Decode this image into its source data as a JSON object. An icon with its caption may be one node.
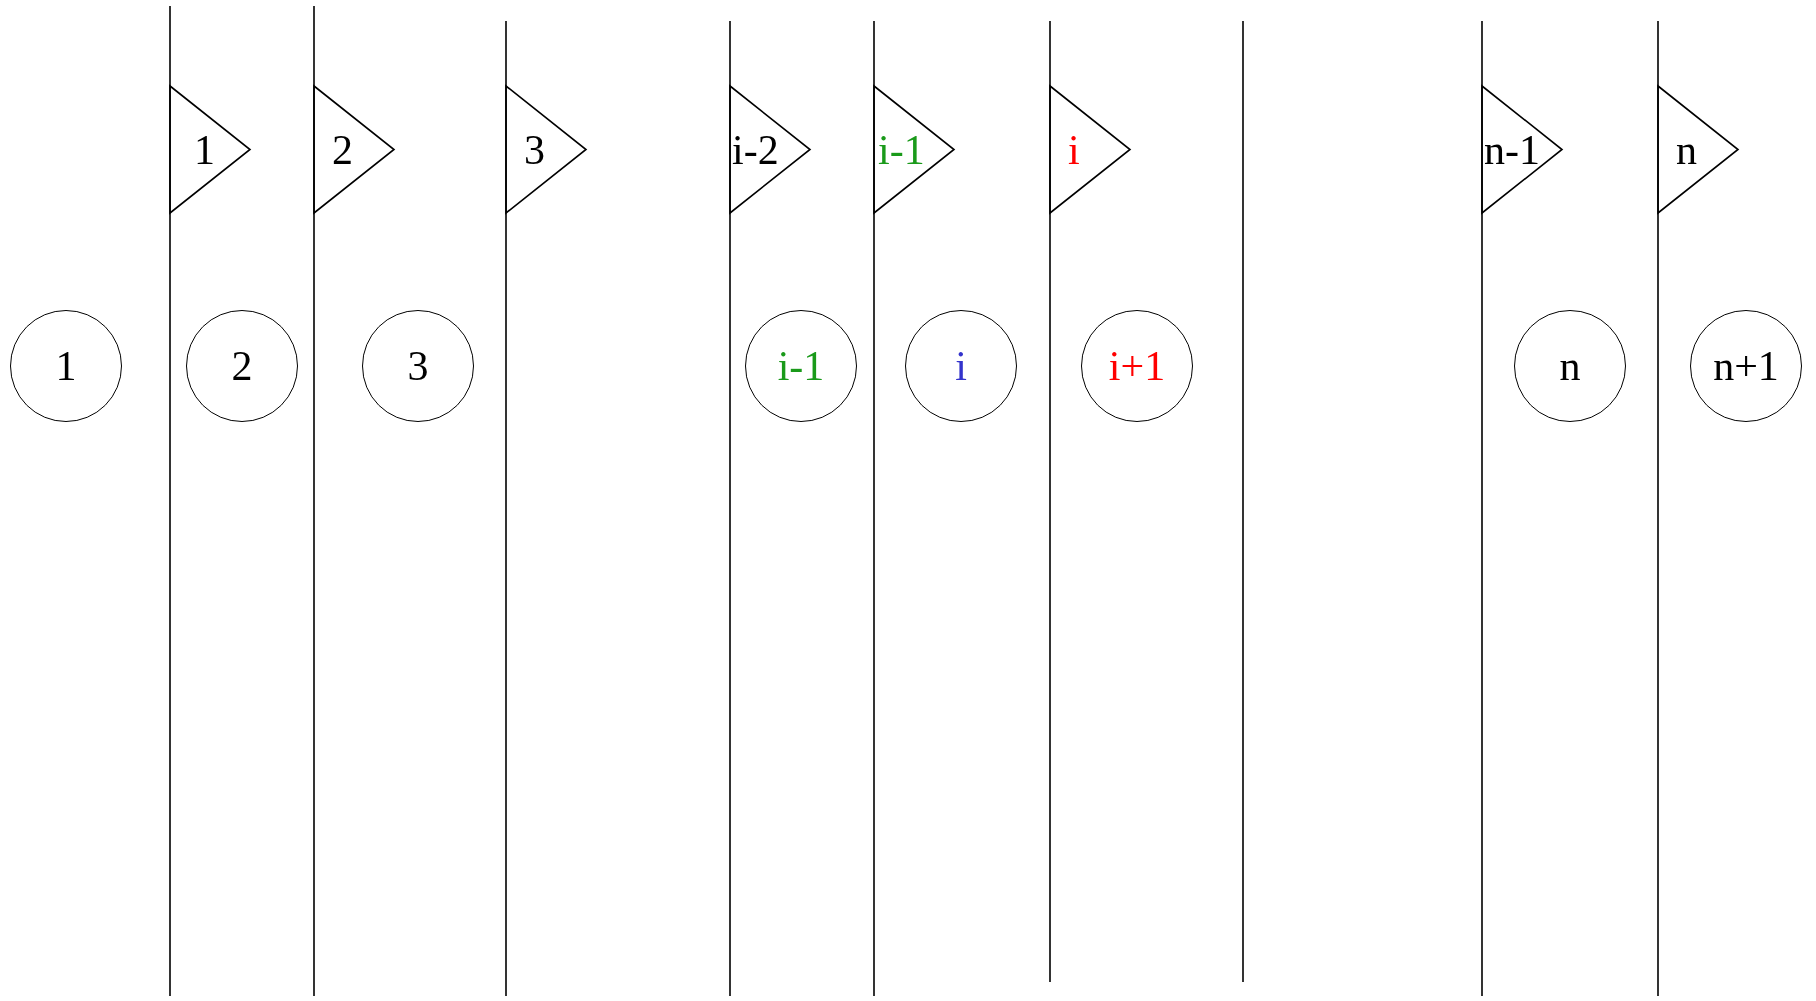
{
  "diagram": {
    "nodes": [
      {
        "text": [
          "1"
        ]
      },
      {
        "text": [
          "2"
        ]
      },
      {
        "text": [
          "3"
        ]
      },
      {
        "text": [
          "i-2"
        ]
      },
      {
        "text": [
          "i-1"
        ]
      },
      {
        "text": [
          "i"
        ]
      },
      {
        "text": [
          "n-1"
        ]
      },
      {
        "text": [
          "n"
        ]
      },
      {
        "text": [
          "1"
        ]
      },
      {
        "text": [
          "2"
        ]
      },
      {
        "text": [
          "3"
        ]
      },
      {
        "text": [
          "i-1"
        ]
      },
      {
        "text": [
          "i"
        ]
      },
      {
        "text": [
          "i+1"
        ]
      },
      {
        "text": [
          "n"
        ]
      },
      {
        "text": [
          "n+1"
        ]
      }
    ]
  }
}
